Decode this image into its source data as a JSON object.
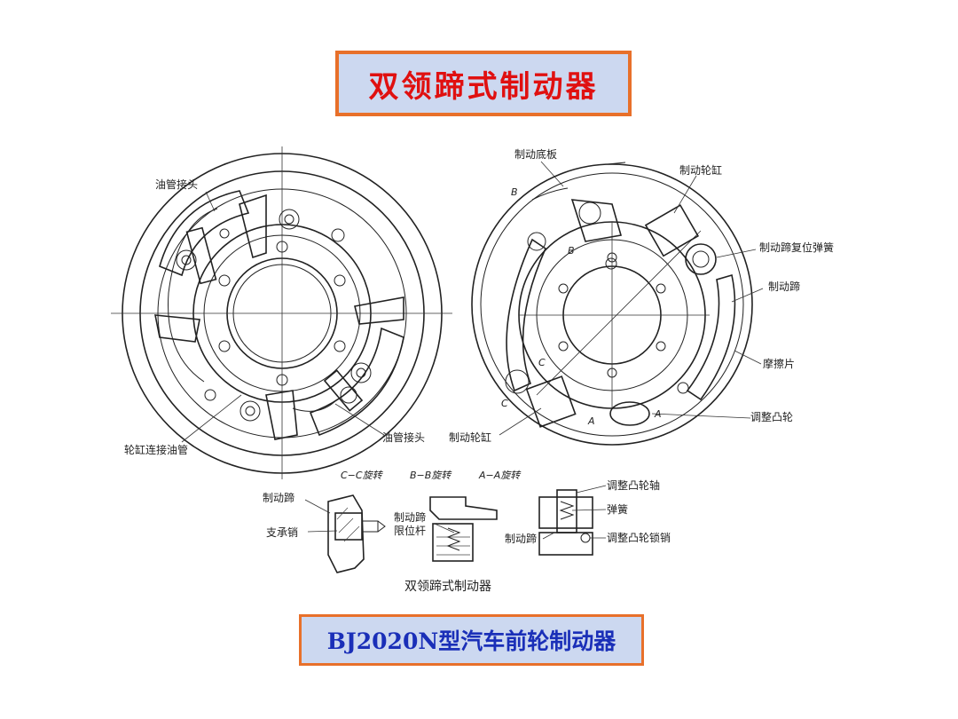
{
  "title": "双领蹄式制动器",
  "subtitle": "BJ2020N型汽车前轮制动器",
  "figure_caption": "双领蹄式制动器",
  "left_view": {
    "labels": {
      "oil_pipe_joint_top": "油管接头",
      "cylinder_connecting_pipe": "轮缸连接油管",
      "oil_pipe_joint_bottom": "油管接头"
    }
  },
  "right_view": {
    "labels": {
      "brake_backing_plate": "制动底板",
      "brake_wheel_cylinder_top": "制动轮缸",
      "brake_shoe_return_spring": "制动蹄复位弹簧",
      "brake_shoe": "制动蹄",
      "friction_lining": "摩擦片",
      "adjusting_cam": "调整凸轮",
      "brake_wheel_cylinder_bottom": "制动轮缸"
    },
    "section_marks": {
      "a": "A",
      "b": "B",
      "c": "C"
    }
  },
  "sections": {
    "cc": {
      "title": "C−C旋转",
      "labels": {
        "brake_shoe": "制动蹄",
        "support_pin": "支承销"
      }
    },
    "bb": {
      "title": "B−B旋转",
      "labels": {
        "shoe_limit_rod": "制动蹄\n限位杆"
      }
    },
    "aa": {
      "title": "A−A旋转",
      "labels": {
        "cam_shaft": "调整凸轮轴",
        "spring": "弹簧",
        "brake_shoe": "制动蹄",
        "cam_lock_pin": "调整凸轮锁销"
      }
    }
  }
}
